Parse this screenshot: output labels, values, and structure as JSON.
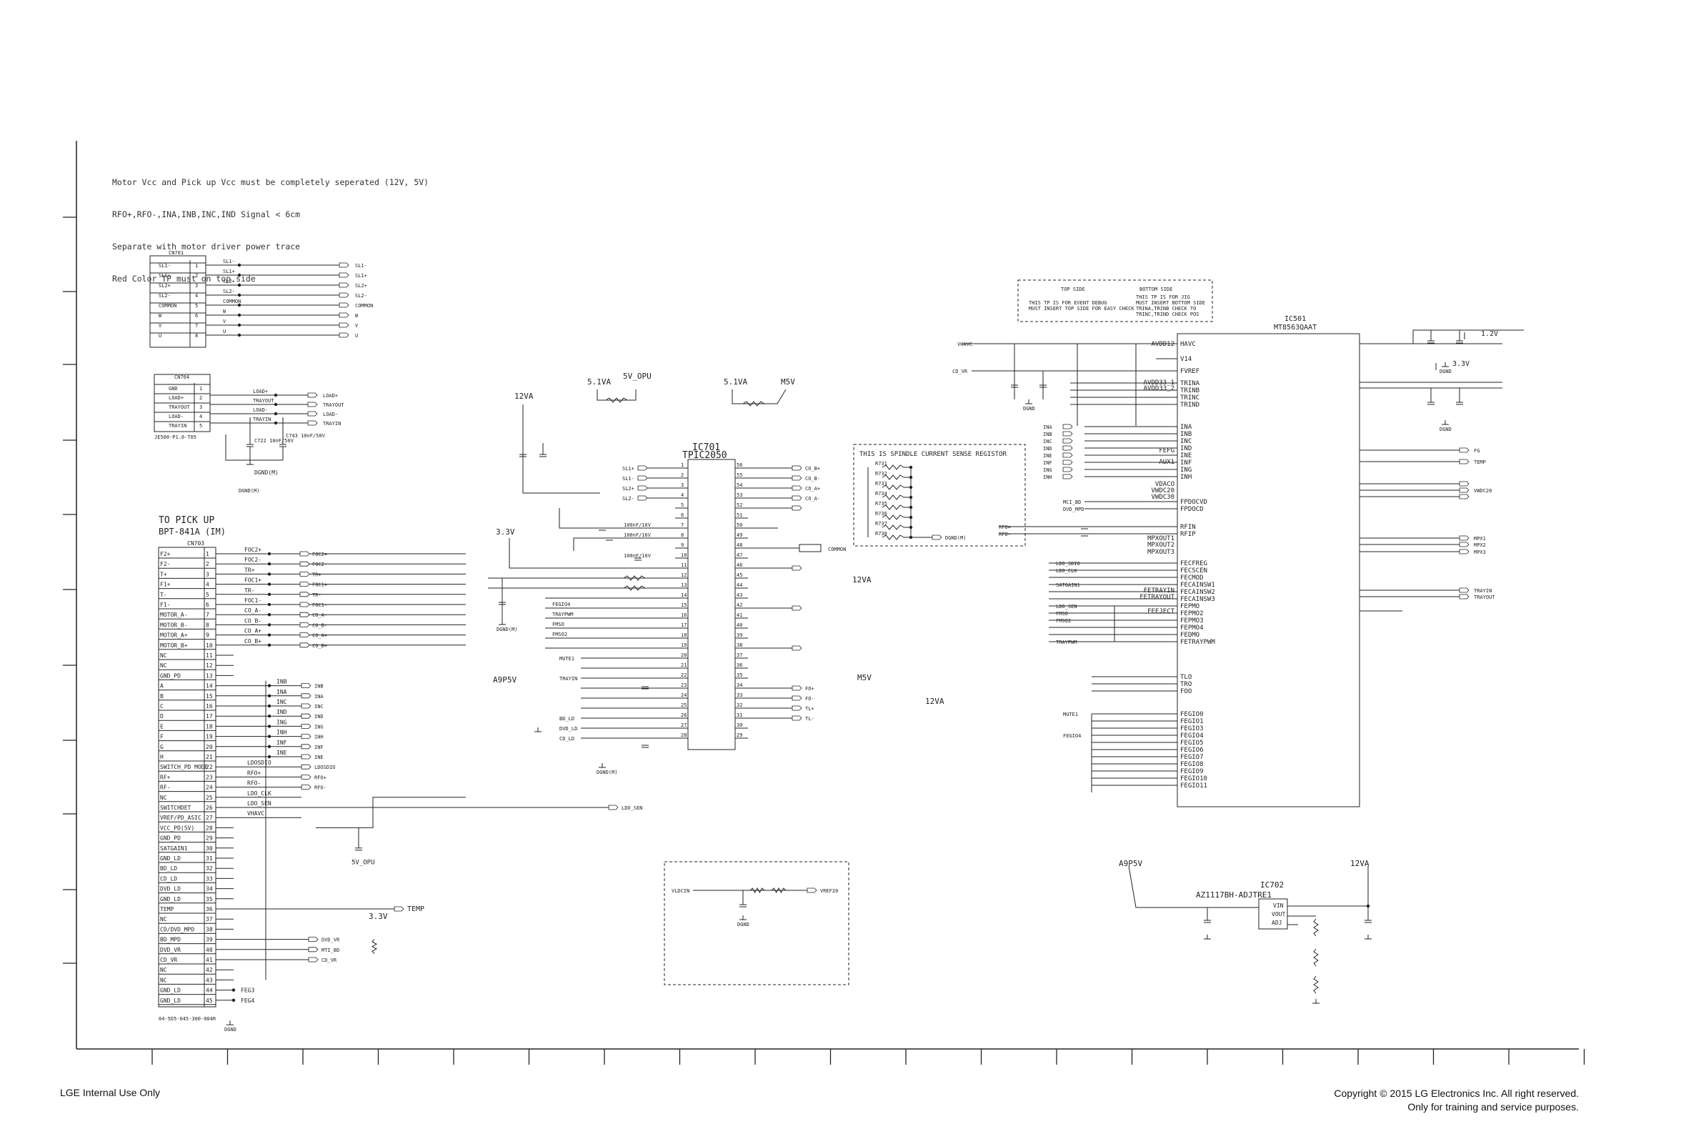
{
  "notes": [
    "Motor Vcc and Pick up Vcc must be completely seperated (12V, 5V)",
    "RFO+,RFO-,INA,INB,INC,IND Signal < 6cm",
    "Separate with motor driver power trace",
    "Red Color TP must on top side"
  ],
  "cn701": {
    "ref": "CN701",
    "pins": [
      "SL1-",
      "SL1+",
      "SL2+",
      "SL2-",
      "COMMON",
      "W",
      "V",
      "U"
    ],
    "nets": [
      "SL1-",
      "SL1+",
      "SL2+",
      "SL2-",
      "COMMON",
      "W",
      "V",
      "U"
    ]
  },
  "cn704": {
    "ref": "CN704",
    "pins": [
      "GND",
      "LOAD+",
      "TRAYOUT",
      "LOAD-",
      "TRAYIN"
    ],
    "nets": [
      "LOAD+",
      "TRAYOUT",
      "LOAD-",
      "TRAYIN"
    ],
    "part": "JE500-P1.0-T05",
    "caps": [
      "C722 10nF/50V",
      "C743 10nF/50V"
    ],
    "gnd": "DGND(M)"
  },
  "pickup": {
    "title": "TO PICK UP",
    "model": "BPT-841A (IM)",
    "ref": "CN703",
    "pins": [
      "F2+",
      "F2-",
      "T+",
      "F1+",
      "T-",
      "F1-",
      "MOTOR_A-",
      "MOTOR_B-",
      "MOTOR_A+",
      "MOTOR_B+",
      "NC",
      "NC",
      "GND_PD",
      "A",
      "B",
      "C",
      "D",
      "E",
      "F",
      "G",
      "H",
      "SWITCH_PD MODE",
      "RF+",
      "RF-",
      "NC",
      "SWITCHDET",
      "VREF/PD_ASIC",
      "VCC_PD(5V)",
      "GND_PD",
      "SATGAIN1",
      "GND_LD",
      "BD_LD",
      "CD_LD",
      "DVD_LD",
      "GND_LD",
      "TEMP",
      "NC",
      "CD/DVD_MPD",
      "BD_MPD",
      "DVD_VR",
      "CD_VR",
      "NC",
      "NC",
      "GND_LD",
      "GND_LD"
    ],
    "part": "04-5D5-045-300-004R",
    "nets": [
      "FOC2+",
      "FOC2-",
      "TR+",
      "FOC1+",
      "TR-",
      "FOC1-",
      "CO_A-",
      "CO_B-",
      "CO_A+",
      "CO_B+",
      "INB",
      "INA",
      "INC",
      "IND",
      "ING",
      "INH",
      "INF",
      "INE",
      "LDOSDIO",
      "RFO+",
      "RFO-",
      "LDO_CLK",
      "LDO_SEN",
      "VHAVC"
    ]
  },
  "ic701": {
    "ref": "IC701",
    "part": "TPIC2050",
    "caption": "THIS IS SPINDLE CURRENT SENSE REGISTOR"
  },
  "ic501": {
    "ref": "IC501",
    "part": "MT8563QAAT",
    "left_pins": [
      "HAVC",
      "V14",
      "FVREF",
      "TRINA",
      "TRINB",
      "TRINC",
      "TRIND",
      "INA",
      "INB",
      "INC",
      "IND",
      "INE",
      "INF",
      "ING",
      "INH",
      "FPDOCVD",
      "FPDOCD",
      "RFIN",
      "RFIP",
      "FECFREG",
      "FECSCEN",
      "FECMOD",
      "FECAINSW1",
      "FECAINSW2",
      "FECAINSW3",
      "FEPMO",
      "FEPMO2",
      "FEPMO3",
      "FEPMO4",
      "FEDMO",
      "FETRAYPWM",
      "TLO",
      "TRO",
      "FOO",
      "FEGIO0",
      "FEGIO1",
      "FEGIO3",
      "FEGIO4",
      "FEGIO5",
      "FEGIO6",
      "FEGIO7",
      "FEGIO8",
      "FEGIO9",
      "FEGIO10",
      "FEGIO11"
    ],
    "right_pins": [
      "AVDD12",
      "AVDD33_1",
      "AVDD33_2",
      "FEFG",
      "AUX1",
      "VDACO",
      "VWDC20",
      "VWDC30",
      "MPXOUT1",
      "MPXOUT2",
      "MPXOUT3",
      "FETRAYIN",
      "FETRAYOUT",
      "FEEJECT"
    ]
  },
  "ic702": {
    "ref": "IC702",
    "part": "AZ1117BH-ADJTRE1"
  },
  "rails": [
    "5.1VA",
    "5V_OPU",
    "12VA",
    "3.3V",
    "A9P5V",
    "M5V",
    "1.2V",
    "3.3V"
  ],
  "testpoint_box": {
    "top": "TOP SIDE",
    "bottom": "BOTTOM SIDE",
    "text1": "THIS TP IS FOR EVENT DEBUG",
    "text2": "MUST INSERT TOP SIDE FOR EASY CHECK",
    "text3": "THIS TP IS FOR JIG",
    "text4": "MUST INSERT BOTTOM SIDE",
    "text5": "TRINA,TRINB CHECK TO",
    "text6": "TRINC,TRIND CHECK POS"
  },
  "footer": {
    "left": "LGE Internal Use Only",
    "right1": "Copyright © 2015 LG Electronics Inc. All right reserved.",
    "right2": "Only for training and service purposes."
  },
  "colors": {
    "line": "#222222",
    "bg": "#ffffff"
  }
}
